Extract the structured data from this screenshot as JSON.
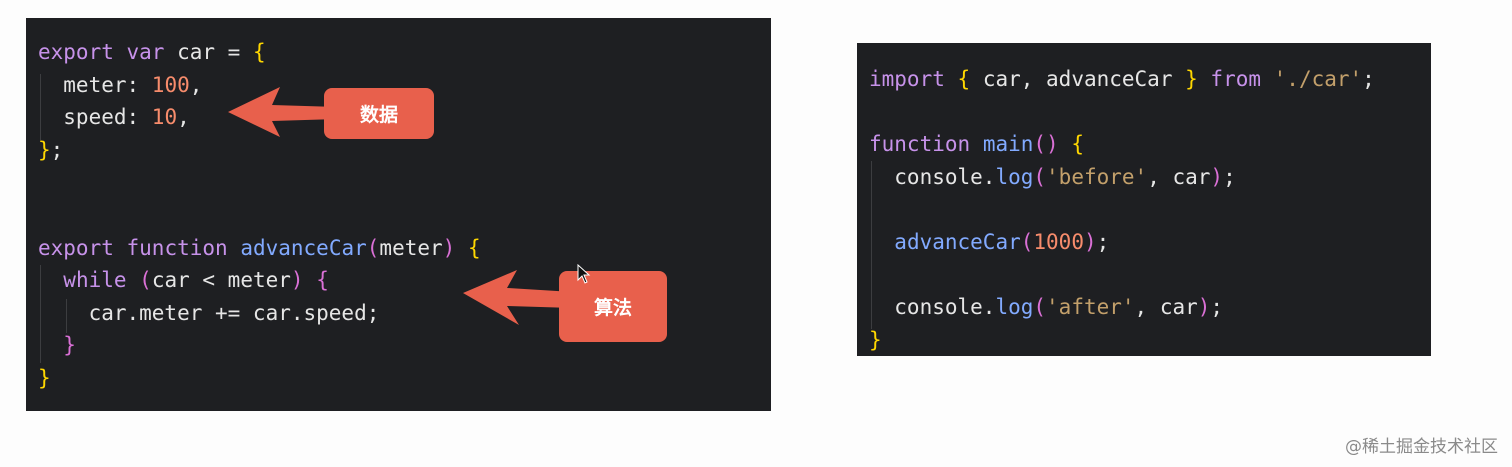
{
  "left_code": {
    "lines": [
      {
        "tokens": [
          {
            "t": "export",
            "c": "kw"
          },
          {
            "t": " "
          },
          {
            "t": "var",
            "c": "kw"
          },
          {
            "t": " car = "
          },
          {
            "t": "{",
            "c": "br1"
          }
        ]
      },
      {
        "tokens": [
          {
            "t": "  meter: "
          },
          {
            "t": "100",
            "c": "num"
          },
          {
            "t": ","
          }
        ]
      },
      {
        "tokens": [
          {
            "t": "  speed: "
          },
          {
            "t": "10",
            "c": "num"
          },
          {
            "t": ","
          }
        ]
      },
      {
        "tokens": [
          {
            "t": "}",
            "c": "br1"
          },
          {
            "t": ";"
          }
        ]
      },
      {
        "tokens": []
      },
      {
        "tokens": []
      },
      {
        "tokens": [
          {
            "t": "export",
            "c": "kw"
          },
          {
            "t": " "
          },
          {
            "t": "function",
            "c": "kw"
          },
          {
            "t": " "
          },
          {
            "t": "advanceCar",
            "c": "fn"
          },
          {
            "t": "(",
            "c": "br2"
          },
          {
            "t": "meter"
          },
          {
            "t": ")",
            "c": "br2"
          },
          {
            "t": " "
          },
          {
            "t": "{",
            "c": "br1"
          }
        ]
      },
      {
        "tokens": [
          {
            "t": "  "
          },
          {
            "t": "while",
            "c": "kw"
          },
          {
            "t": " "
          },
          {
            "t": "(",
            "c": "br2"
          },
          {
            "t": "car < meter"
          },
          {
            "t": ")",
            "c": "br2"
          },
          {
            "t": " "
          },
          {
            "t": "{",
            "c": "br2"
          }
        ]
      },
      {
        "tokens": [
          {
            "t": "    car.meter += car.speed;"
          }
        ]
      },
      {
        "tokens": [
          {
            "t": "  "
          },
          {
            "t": "}",
            "c": "br2"
          }
        ]
      },
      {
        "tokens": [
          {
            "t": "}",
            "c": "br1"
          }
        ]
      }
    ]
  },
  "right_code": {
    "lines": [
      {
        "tokens": [
          {
            "t": "import",
            "c": "kw"
          },
          {
            "t": " "
          },
          {
            "t": "{",
            "c": "br1"
          },
          {
            "t": " car, advanceCar "
          },
          {
            "t": "}",
            "c": "br1"
          },
          {
            "t": " "
          },
          {
            "t": "from",
            "c": "kw"
          },
          {
            "t": " "
          },
          {
            "t": "'./car'",
            "c": "str"
          },
          {
            "t": ";"
          }
        ]
      },
      {
        "tokens": []
      },
      {
        "tokens": [
          {
            "t": "function",
            "c": "kw"
          },
          {
            "t": " "
          },
          {
            "t": "main",
            "c": "fn"
          },
          {
            "t": "()",
            "c": "br2"
          },
          {
            "t": " "
          },
          {
            "t": "{",
            "c": "br1"
          }
        ]
      },
      {
        "tokens": [
          {
            "t": "  console."
          },
          {
            "t": "log",
            "c": "fn"
          },
          {
            "t": "(",
            "c": "br2"
          },
          {
            "t": "'before'",
            "c": "str"
          },
          {
            "t": ", car"
          },
          {
            "t": ")",
            "c": "br2"
          },
          {
            "t": ";"
          }
        ]
      },
      {
        "tokens": []
      },
      {
        "tokens": [
          {
            "t": "  "
          },
          {
            "t": "advanceCar",
            "c": "fn"
          },
          {
            "t": "(",
            "c": "br2"
          },
          {
            "t": "1000",
            "c": "num"
          },
          {
            "t": ")",
            "c": "br2"
          },
          {
            "t": ";"
          }
        ]
      },
      {
        "tokens": []
      },
      {
        "tokens": [
          {
            "t": "  console."
          },
          {
            "t": "log",
            "c": "fn"
          },
          {
            "t": "(",
            "c": "br2"
          },
          {
            "t": "'after'",
            "c": "str"
          },
          {
            "t": ", car"
          },
          {
            "t": ")",
            "c": "br2"
          },
          {
            "t": ";"
          }
        ]
      },
      {
        "tokens": [
          {
            "t": "}",
            "c": "br1"
          }
        ]
      }
    ]
  },
  "callouts": {
    "data_label": "数据",
    "algorithm_label": "算法",
    "color": "#e8604c"
  },
  "watermark": "@稀土掘金技术社区",
  "colors": {
    "panel_bg": "#1e1f22",
    "page_bg": "#fdfdfd",
    "keyword": "#c792ea",
    "function": "#82aaff",
    "number": "#f78c6c",
    "string": "#c3a06b"
  }
}
